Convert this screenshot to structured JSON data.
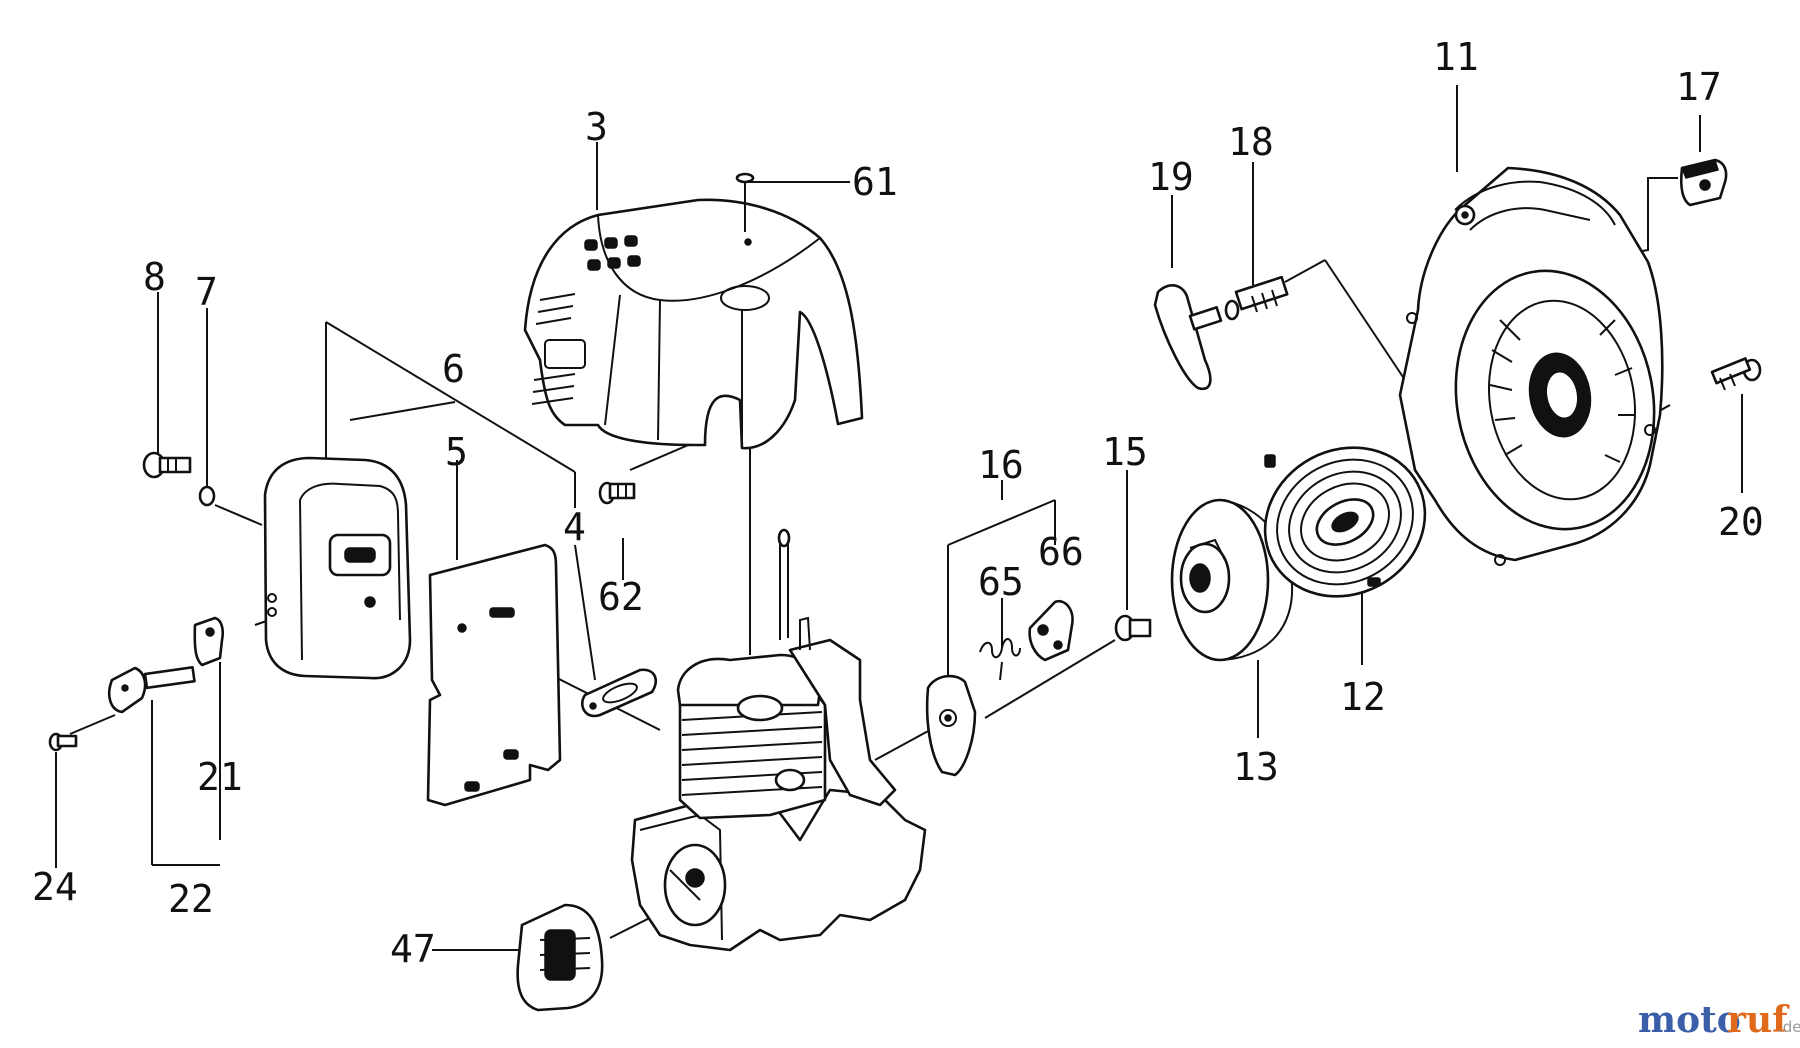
{
  "labels": {
    "p3": "3",
    "p4": "4",
    "p5": "5",
    "p6": "6",
    "p7": "7",
    "p8": "8",
    "p11": "11",
    "p12": "12",
    "p13": "13",
    "p15": "15",
    "p16": "16",
    "p17": "17",
    "p18": "18",
    "p19": "19",
    "p20": "20",
    "p21": "21",
    "p22": "22",
    "p24": "24",
    "p47": "47",
    "p61": "61",
    "p62": "62",
    "p65": "65",
    "p66": "66"
  },
  "watermark": {
    "brand": "motoruf",
    "suffix": ".de",
    "colors": [
      "#3a5fa8",
      "#e06a1a"
    ]
  }
}
